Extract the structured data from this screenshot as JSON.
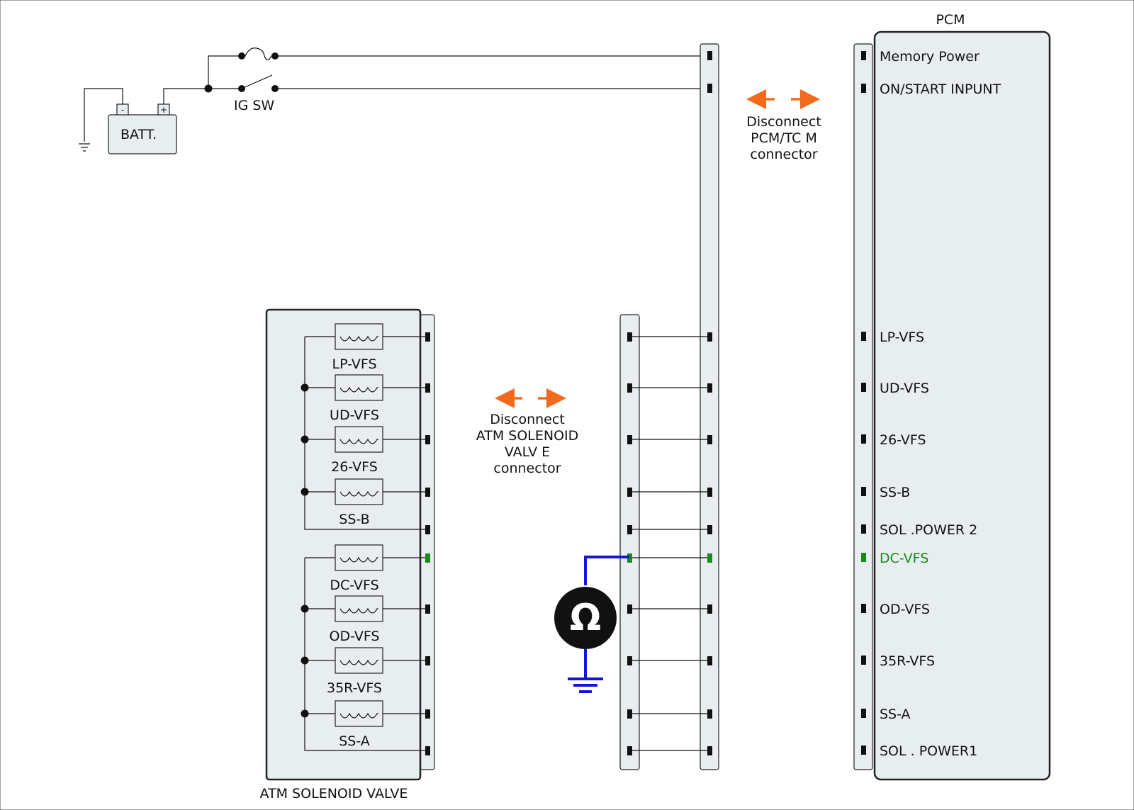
{
  "colors": {
    "wire": "#111111",
    "connector_fill": "#e8eef0",
    "highlight": "#1a8a1a",
    "meter_probe": "#1515d6",
    "arrow": "#f26a1b"
  },
  "battery": {
    "label": "BATT.",
    "minus": "-",
    "plus": "+"
  },
  "ignition_switch": {
    "label": "IG SW"
  },
  "pcm": {
    "title": "PCM",
    "pins": [
      {
        "label": "Memory Power",
        "highlight": false
      },
      {
        "label": "ON/START  INPUNT",
        "highlight": false
      },
      {
        "label": "LP-VFS",
        "highlight": false
      },
      {
        "label": "UD-VFS",
        "highlight": false
      },
      {
        "label": "26-VFS",
        "highlight": false
      },
      {
        "label": "SS-B",
        "highlight": false
      },
      {
        "label": "SOL .POWER 2",
        "highlight": false
      },
      {
        "label": "DC-VFS",
        "highlight": true
      },
      {
        "label": "OD-VFS",
        "highlight": false
      },
      {
        "label": "35R-VFS",
        "highlight": false
      },
      {
        "label": "SS-A",
        "highlight": false
      },
      {
        "label": "SOL . POWER1",
        "highlight": false
      }
    ]
  },
  "pcm_disconnect_note": [
    "Disconnect",
    "PCM/TC  M",
    "connector"
  ],
  "solenoid_disconnect_note": [
    "Disconnect",
    "ATM SOLENOID",
    "VALV  E",
    "connector"
  ],
  "solenoid_valve": {
    "title": "ATM SOLENOID VALVE",
    "coils": [
      "LP-VFS",
      "UD-VFS",
      "26-VFS",
      "SS-B",
      "DC-VFS",
      "OD-VFS",
      "35R-VFS",
      "SS-A"
    ]
  },
  "ohmmeter": {
    "symbol": "Ω"
  }
}
